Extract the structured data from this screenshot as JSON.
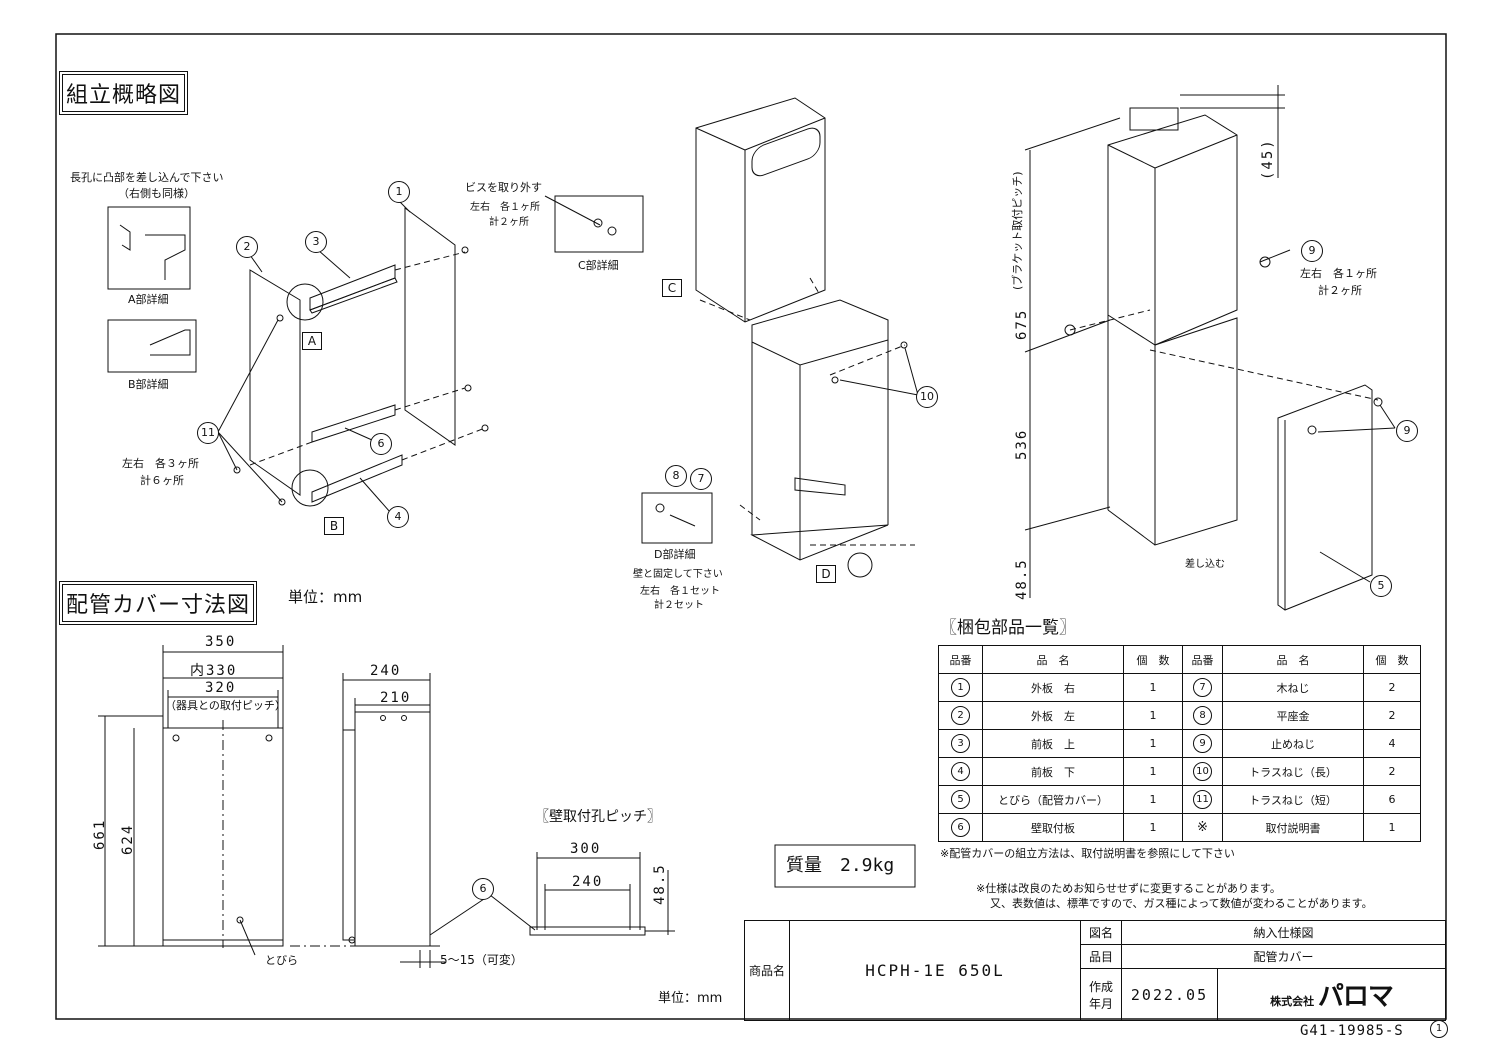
{
  "headings": {
    "assembly": "組立概略図",
    "dimension": "配管カバー寸法図",
    "unit": "単位：mm",
    "parts_list": "〖梱包部品一覧〗",
    "wall_pitch": "〖壁取付孔ピッチ〗"
  },
  "assembly_notes": {
    "insert_tab": "長孔に凸部を差し込んで下さい",
    "same_right": "（右側も同様）",
    "detail_a": "A部詳細",
    "detail_b": "B部詳細",
    "remove_screw": "ビスを取り外す",
    "lr_1each": "左右　各１ヶ所",
    "total_2": "計２ヶ所",
    "detail_c": "C部詳細",
    "lr_3each": "左右　各３ヶ所",
    "total_6": "計６ヶ所",
    "detail_d": "D部詳細",
    "fix_wall": "壁と固定して下さい",
    "lr_1set": "左右　各１セット",
    "total_2set": "計２セット",
    "lr_1each_b": "左右　各１ヶ所",
    "total_2_b": "計２ヶ所",
    "insert": "差し込む",
    "bracket_pitch": "(ブラケット取付ピッチ)"
  },
  "callouts": {
    "A": "A",
    "B": "B",
    "C": "C",
    "D": "D",
    "n1": "1",
    "n2": "2",
    "n3": "3",
    "n4": "4",
    "n5": "5",
    "n6": "6",
    "n7": "7",
    "n8": "8",
    "n9": "9",
    "n10": "10",
    "n11": "11"
  },
  "dimensions": {
    "d350": "350",
    "d330": "内330",
    "d320": "320",
    "d320_note": "（器具との取付ピッチ）",
    "d661": "661",
    "d624": "624",
    "d240": "240",
    "d210": "210",
    "d5_15": "5～15（可変）",
    "pitch300": "300",
    "pitch240": "240",
    "pitch48_5": "48.5",
    "door": "とびら",
    "d45": "(45)",
    "d675": "675",
    "d536": "536",
    "d48_5": "48.5",
    "six": "6"
  },
  "weight": "質量　2.9kg",
  "parts_table": {
    "headers": [
      "品番",
      "品　名",
      "個　数",
      "品番",
      "品　名",
      "個　数"
    ],
    "rows": [
      {
        "no1": "1",
        "name1": "外板　右",
        "qty1": "1",
        "no2": "7",
        "name2": "木ねじ",
        "qty2": "2"
      },
      {
        "no1": "2",
        "name1": "外板　左",
        "qty1": "1",
        "no2": "8",
        "name2": "平座金",
        "qty2": "2"
      },
      {
        "no1": "3",
        "name1": "前板　上",
        "qty1": "1",
        "no2": "9",
        "name2": "止めねじ",
        "qty2": "4"
      },
      {
        "no1": "4",
        "name1": "前板　下",
        "qty1": "1",
        "no2": "10",
        "name2": "トラスねじ（長）",
        "qty2": "2"
      },
      {
        "no1": "5",
        "name1": "とびら（配管カバー）",
        "qty1": "1",
        "no2": "11",
        "name2": "トラスねじ（短）",
        "qty2": "6"
      },
      {
        "no1": "6",
        "name1": "壁取付板",
        "qty1": "1",
        "no2": "※",
        "name2": "取付説明書",
        "qty2": "1"
      }
    ],
    "footnote": "※配管カバーの組立方法は、取付説明書を参照にして下さい"
  },
  "spec_note_1": "※仕様は改良のためお知らせせずに変更することがあります。",
  "spec_note_2": "又、表数値は、標準ですので、ガス種によって数値が変わることがあります。",
  "title_block": {
    "product_label": "商品名",
    "product_name": "HCPH-1E 650L",
    "drawing_name_label": "図名",
    "drawing_name": "納入仕様図",
    "item_label": "品目",
    "item": "配管カバー",
    "date_label_1": "作成",
    "date_label_2": "年月",
    "date": "2022.05",
    "company": "株式会社",
    "brand": "パロマ",
    "unit": "単位：mm"
  },
  "doc_number": "G41-19985-S",
  "revision": "1"
}
